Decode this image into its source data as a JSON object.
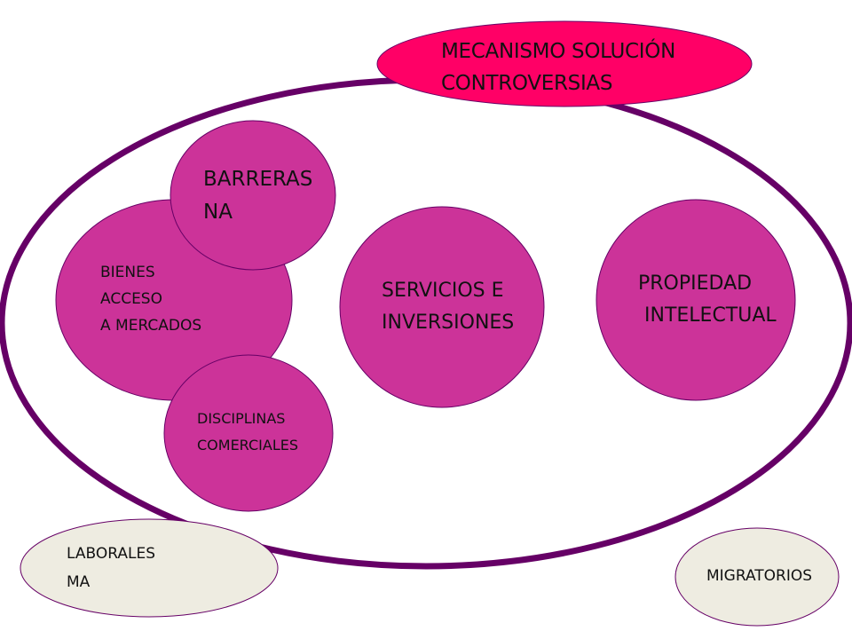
{
  "colors": {
    "outer_ring": "#660066",
    "circle_fill": "#cc3399",
    "circle_stroke": "#660066",
    "mecanismo_fill": "#ff0066",
    "external_fill": "#eeece1",
    "text": "#111111"
  },
  "mecanismo": {
    "line1": "MECANISMO SOLUCIÓN",
    "line2": "CONTROVERSIAS"
  },
  "barreras": {
    "line1": "BARRERAS",
    "line2": "NA"
  },
  "bienes": {
    "line1": "BIENES",
    "line2": "ACCESO",
    "line3": "A MERCADOS"
  },
  "servicios": {
    "line1": "SERVICIOS E",
    "line2": "INVERSIONES"
  },
  "propiedad": {
    "line1": "PROPIEDAD",
    "line2": "INTELECTUAL"
  },
  "disciplinas": {
    "line1": "DISCIPLINAS",
    "line2": "COMERCIALES"
  },
  "laborales": {
    "line1": "LABORALES",
    "line2": "MA"
  },
  "migratorios": {
    "line1": "MIGRATORIOS"
  }
}
